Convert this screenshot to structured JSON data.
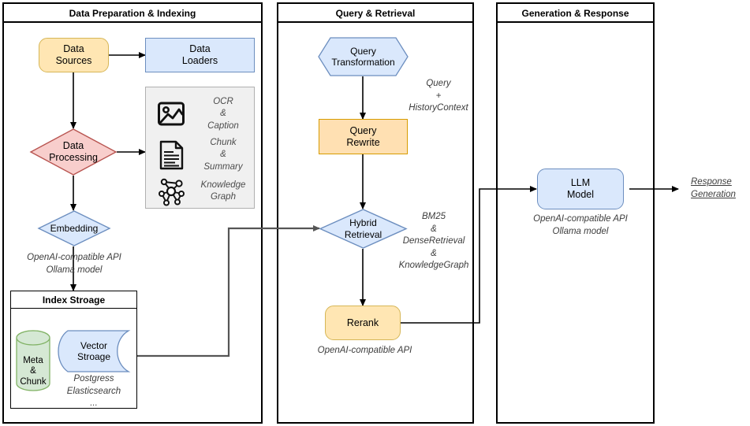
{
  "panels": [
    {
      "title": "Data Preparation & Indexing"
    },
    {
      "title": "Query & Retrieval"
    },
    {
      "title": "Generation & Response"
    }
  ],
  "nodes": {
    "data_sources": "Data\nSources",
    "data_loaders": "Data\nLoaders",
    "data_processing": "Data\nProcessing",
    "embedding": "Embedding",
    "index_storage_title": "Index Stroage",
    "meta_chunk": "Meta\n&\nChunk",
    "vector_storage": "Vector\nStroage",
    "query_transformation": "Query\nTransformation",
    "query_rewrite": "Query\nRewrite",
    "hybrid_retrieval": "Hybrid\nRetrieval",
    "rerank": "Rerank",
    "llm_model": "LLM\nModel"
  },
  "capabilities": [
    {
      "icon": "image-icon",
      "label": "OCR\n&\nCaption"
    },
    {
      "icon": "document-icon",
      "label": "Chunk\n&\nSummary"
    },
    {
      "icon": "knowledge-graph-icon",
      "label": "Knowledge\nGraph"
    }
  ],
  "notes": {
    "embedding_api": "OpenAI-compatible API\nOllama model",
    "vector_backends": "Postgress\nElasticsearch\n...",
    "query_context": "Query\n+\nHistoryContext",
    "retrieval_methods": "BM25\n&\nDenseRetrieval\n&\nKnowledgeGraph",
    "rerank_api": "OpenAI-compatible API",
    "llm_api": "OpenAI-compatible API\nOllama model",
    "response_generation": "Response\nGeneration"
  },
  "colors": {
    "yellow_fill": "#ffe6b3",
    "yellow_stroke": "#d6b656",
    "blue_fill": "#dae8fc",
    "blue_stroke": "#6c8ebf",
    "orange_fill": "#ffe0b2",
    "orange_stroke": "#d79b00",
    "red_fill": "#f8cecc",
    "red_stroke": "#b85450",
    "green_fill": "#d5e8d4",
    "green_stroke": "#82b366",
    "gray_fill": "#f0f0f0",
    "gray_stroke": "#b0b0b0",
    "line": "#000000",
    "gray_line": "#666666"
  }
}
